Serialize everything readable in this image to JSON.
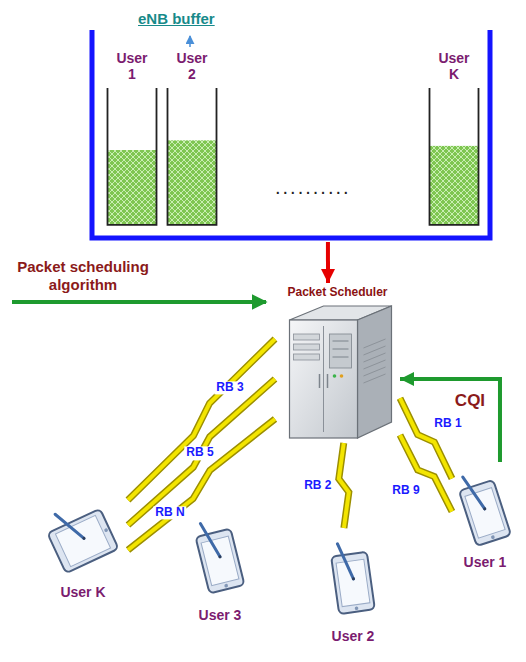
{
  "diagram": {
    "nodes": [
      {
        "text": [
          "eNB buffer"
        ]
      },
      {
        "text": [
          "User 1"
        ],
        "in": 0
      },
      {
        "text": [
          "User 2"
        ],
        "in": 0
      },
      {
        "text": [
          "User K"
        ],
        "in": 0
      },
      {
        "text": [
          "Packet Scheduler"
        ]
      },
      {
        "text": [
          "User K"
        ]
      },
      {
        "text": [
          "User 3"
        ]
      },
      {
        "text": [
          "User 2"
        ]
      },
      {
        "text": [
          "User 1"
        ]
      }
    ],
    "edges": [
      {
        "from": 0,
        "to": 4,
        "arrow": "to"
      },
      {
        "from": 4,
        "to": 5,
        "label": "RB 3",
        "arrow": "none"
      },
      {
        "from": 4,
        "to": 5,
        "label": "RB 5",
        "arrow": "none"
      },
      {
        "from": 4,
        "to": 5,
        "label": "RB N",
        "arrow": "none"
      },
      {
        "from": 4,
        "to": 7,
        "label": "RB 2",
        "arrow": "none"
      },
      {
        "from": 4,
        "to": 8,
        "label": "RB 1",
        "arrow": "none"
      },
      {
        "from": 4,
        "to": 8,
        "label": "RB 9",
        "arrow": "none"
      },
      {
        "from": 8,
        "to": 4,
        "label": "CQI",
        "arrow": "to"
      }
    ],
    "labels": [
      "Packet scheduling algorithm",
      ".........."
    ]
  }
}
